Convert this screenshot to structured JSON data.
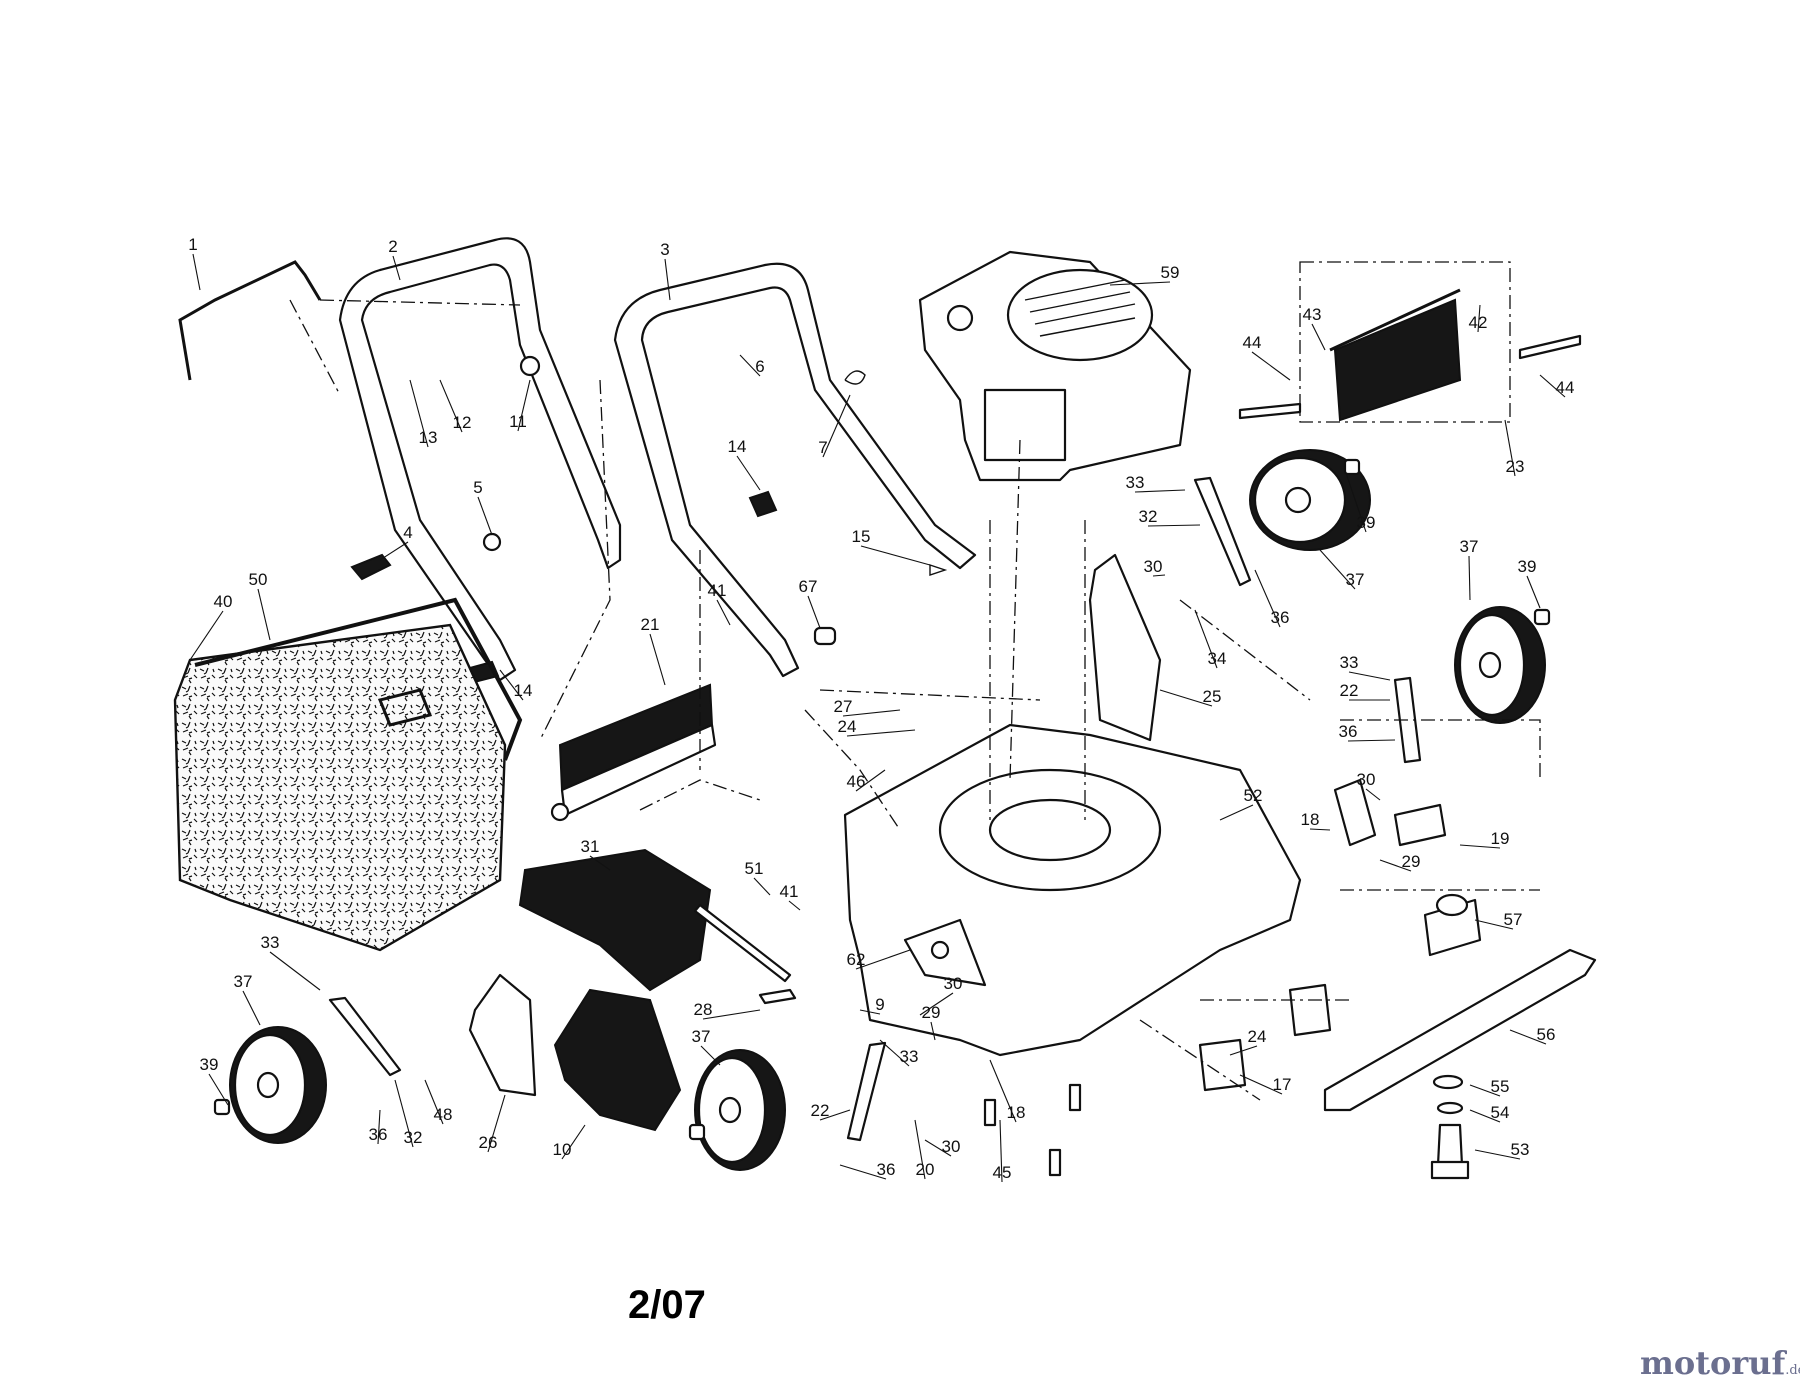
{
  "diagram": {
    "part_numbers": [
      "1",
      "2",
      "3",
      "59",
      "42",
      "43",
      "44",
      "44",
      "6",
      "12",
      "13",
      "11",
      "7",
      "23",
      "14",
      "5",
      "4",
      "33",
      "39",
      "32",
      "15",
      "37",
      "40",
      "50",
      "21",
      "41",
      "67",
      "30",
      "36",
      "34",
      "37",
      "39",
      "25",
      "33",
      "22",
      "27",
      "24",
      "14",
      "36",
      "46",
      "52",
      "30",
      "18",
      "19",
      "29",
      "31",
      "51",
      "41",
      "57",
      "62",
      "33",
      "37",
      "30",
      "28",
      "9",
      "29",
      "24",
      "56",
      "37",
      "33",
      "17",
      "39",
      "36",
      "32",
      "48",
      "26",
      "10",
      "22",
      "18",
      "30",
      "55",
      "54",
      "36",
      "20",
      "45",
      "53"
    ],
    "revision": "2/07"
  },
  "watermark": {
    "brand": "motoruf",
    "tld": ".de"
  }
}
